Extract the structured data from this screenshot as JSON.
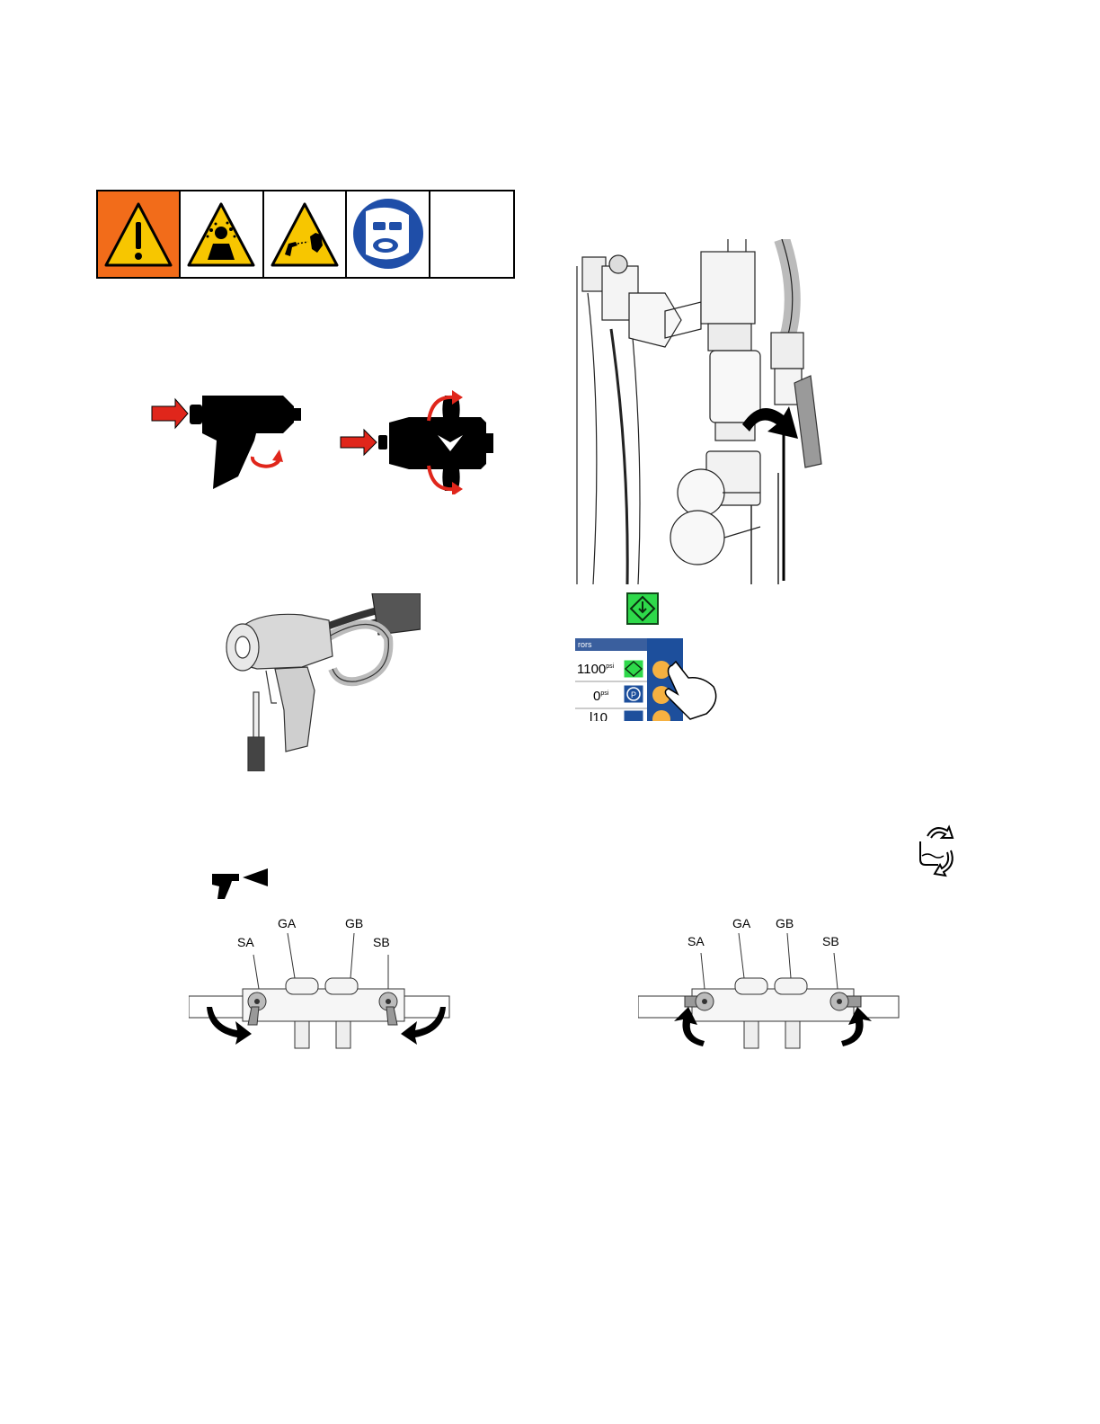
{
  "warning_strip": {
    "icons": [
      "warning-exclamation-icon",
      "splash-hazard-icon",
      "injection-hazard-icon",
      "eye-protection-required-icon"
    ],
    "colors": {
      "accent_orange": "#f26c1a",
      "hazard_yellow": "#f7c600",
      "mandatory_blue": "#1f4ea8"
    }
  },
  "manifold_left": {
    "labels": {
      "ga": "GA",
      "gb": "GB",
      "sa": "SA",
      "sb": "SB"
    }
  },
  "manifold_right": {
    "labels": {
      "ga": "GA",
      "gb": "GB",
      "sa": "SA",
      "sb": "SB"
    }
  },
  "control_panel": {
    "header_text": "rors",
    "rows": [
      {
        "value": "1100",
        "unit": "psi",
        "button_icon": "motor-start-icon"
      },
      {
        "value": "0",
        "unit": "psi",
        "button_icon": "park-icon"
      },
      {
        "value": "l10",
        "unit": "",
        "button_icon": "recirculate-icon"
      }
    ]
  },
  "colors": {
    "accent_red": "#e0261b",
    "panel_blue": "#1d4f9c",
    "button_orange": "#f6b141",
    "start_green": "#2ed94a"
  }
}
